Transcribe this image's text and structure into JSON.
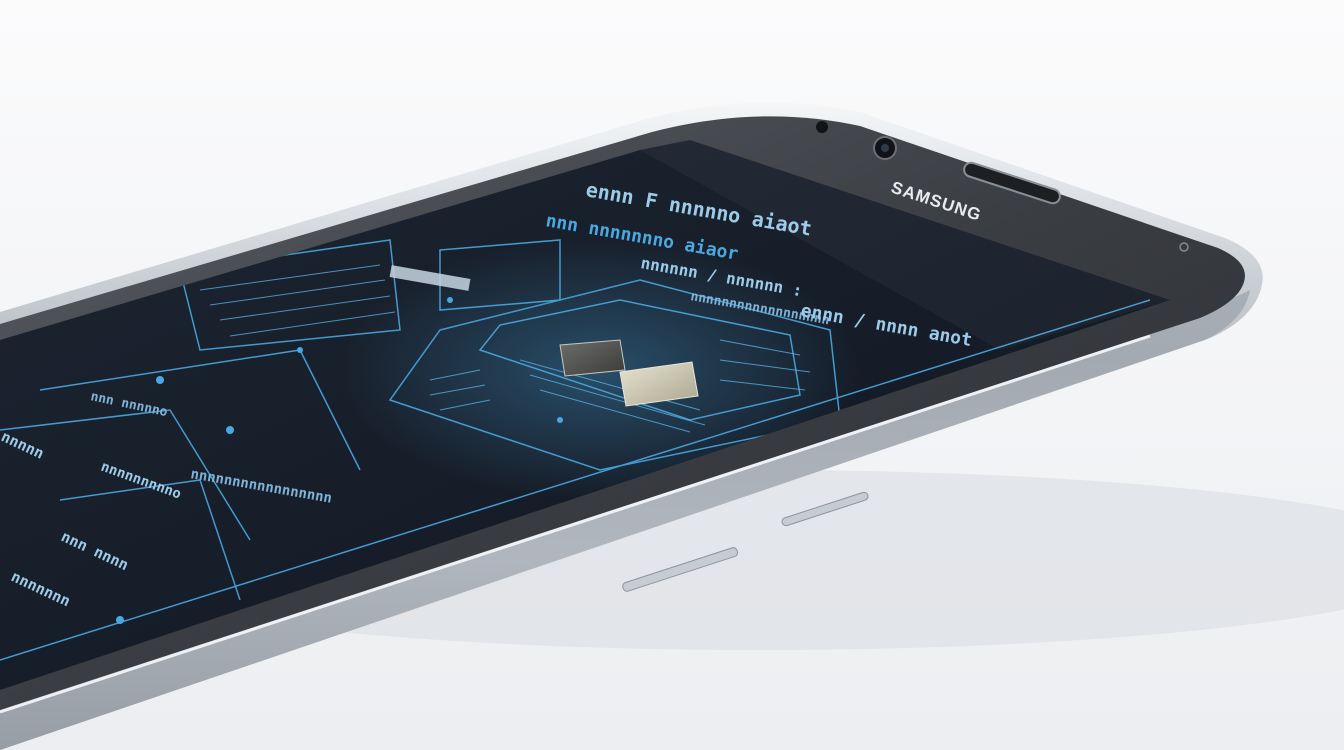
{
  "scene": {
    "description_label": "",
    "background_color": "#f3f4f6",
    "shadow_color": "#d9dde2"
  },
  "phone": {
    "brand": "SAMSUNG",
    "frame_color": "#c9ced4",
    "frame_highlight": "#f5f7f9",
    "bezel_color": "#3a3d42",
    "screen_color": "#151c27"
  },
  "screen": {
    "accent_color": "#4aa8e0",
    "text_color": "#7fb2d6",
    "heading_line_1": "ennn F nnnnno aiaot",
    "heading_line_2": "nnn nnnnnnno aiaor",
    "heading_line_3": "nnnnnn / nnnnnn :",
    "label_1": "nnnnnnnnnnnnnnnnnn",
    "label_2": "ennn / nnnn anot",
    "label_3": "nnnnnnnnnnnnnnnnn",
    "label_4": "nnn nnnnno",
    "label_5": "nnnnnnnnno",
    "label_6": "nnn nnnn",
    "label_7": "nnnnn",
    "label_8": "nnnnnnn"
  }
}
